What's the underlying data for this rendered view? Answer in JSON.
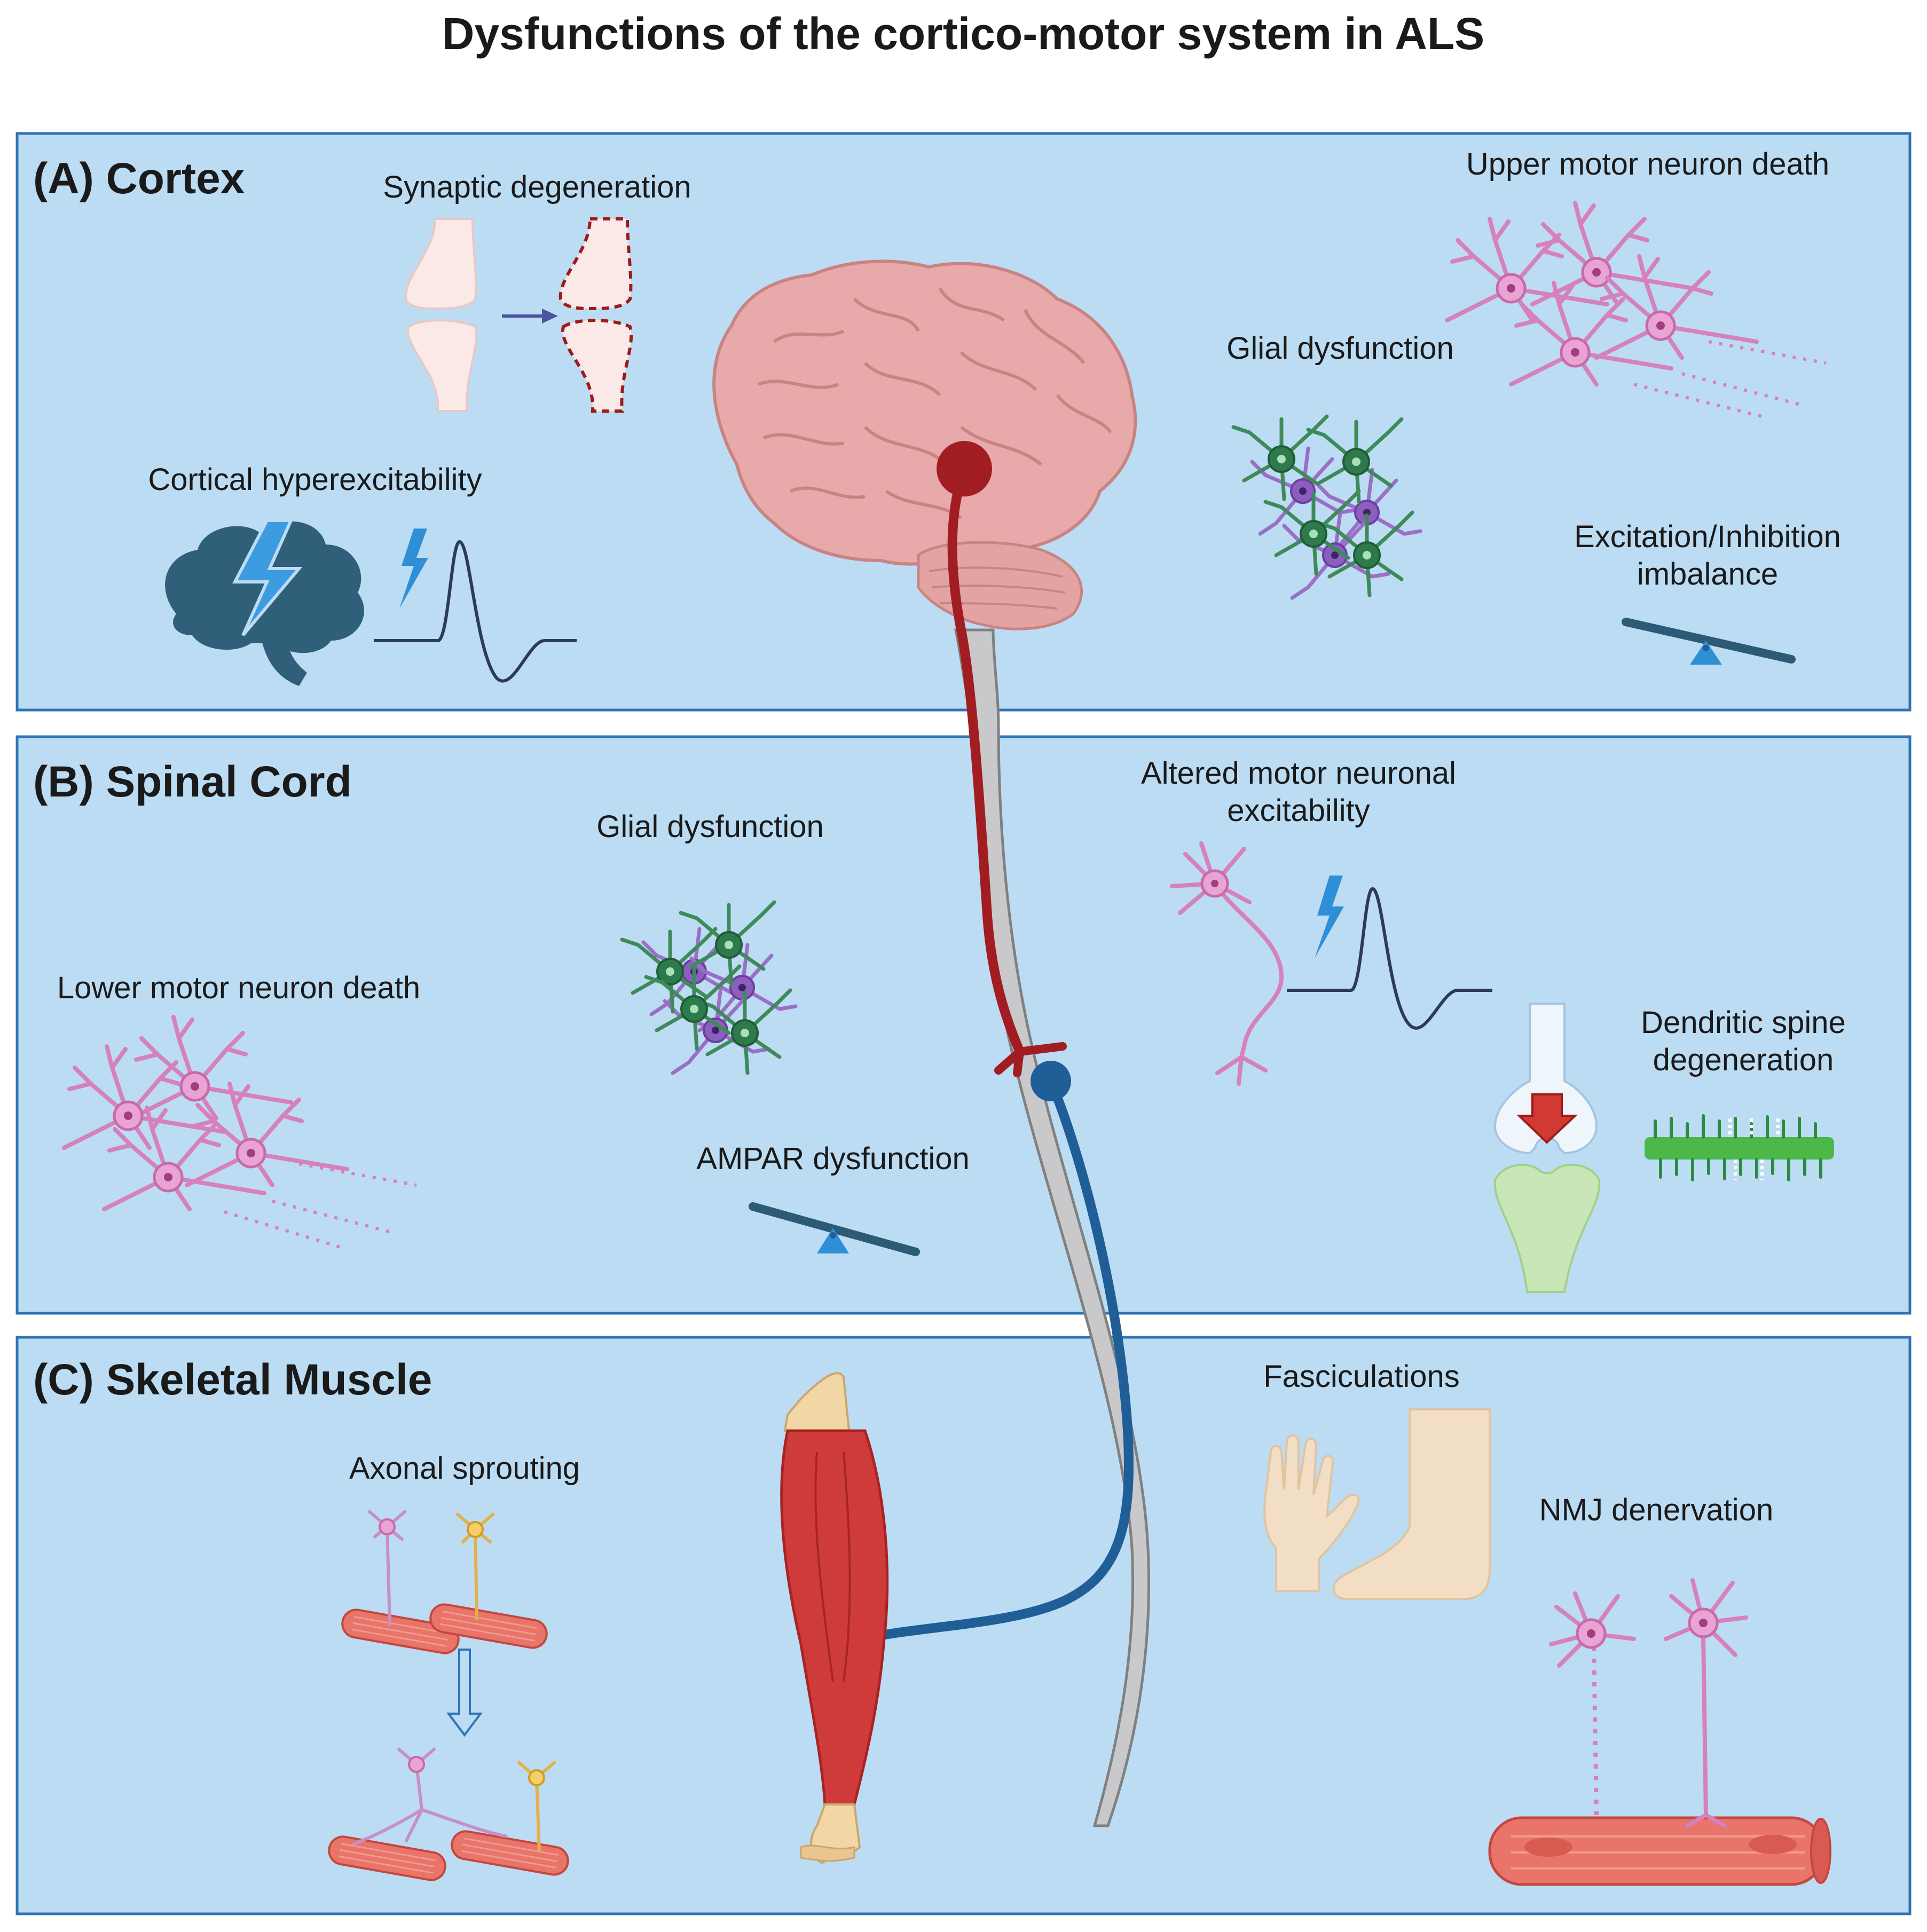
{
  "figure": {
    "title": "Dysfunctions of the cortico-motor system in ALS"
  },
  "panels": {
    "cortex": {
      "heading": "(A) Cortex",
      "labels": {
        "synaptic_degeneration": "Synaptic degeneration",
        "cortical_hyperexcitability": "Cortical hyperexcitability",
        "glial_dysfunction": "Glial dysfunction",
        "upper_motor_neuron_death": "Upper motor neuron death",
        "ei_imbalance_line1": "Excitation/Inhibition",
        "ei_imbalance_line2": "imbalance"
      }
    },
    "spinal_cord": {
      "heading": "(B) Spinal Cord",
      "labels": {
        "glial_dysfunction": "Glial dysfunction",
        "lower_motor_neuron_death": "Lower motor neuron death",
        "ampar_dysfunction": "AMPAR dysfunction",
        "altered_excitability_line1": "Altered motor neuronal",
        "altered_excitability_line2": "excitability",
        "dendritic_spine_line1": "Dendritic spine",
        "dendritic_spine_line2": "degeneration"
      }
    },
    "skeletal_muscle": {
      "heading": "(C) Skeletal Muscle",
      "labels": {
        "axonal_sprouting": "Axonal sprouting",
        "fasciculations": "Fasciculations",
        "nmj_denervation": "NMJ denervation"
      }
    }
  },
  "colors": {
    "panel_fill": "#bcdcf3",
    "panel_border": "#2f74b5",
    "upper_motor_pathway": "#a11d22",
    "lower_motor_pathway": "#1f5e96",
    "neuron_pink": "#d581bd",
    "glia_green": "#3f8a5a",
    "glia_purple": "#9a6fc6",
    "brain_pink": "#e7a9a9",
    "dark_slate": "#2d5a74",
    "lightning_blue": "#2f8fd6",
    "muscle_red": "#e8746a"
  }
}
